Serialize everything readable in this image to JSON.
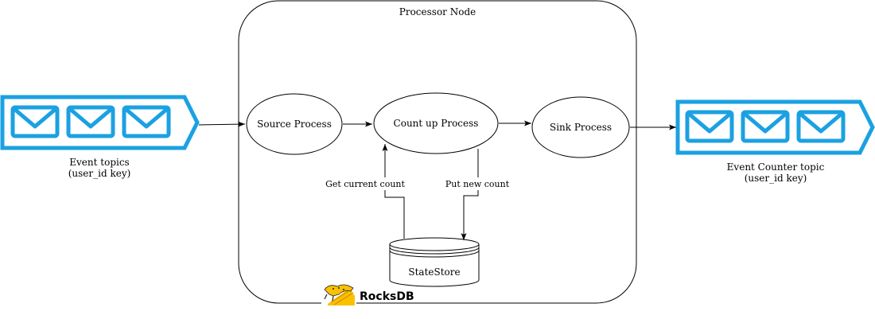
{
  "node": {
    "title": "Processor Node"
  },
  "processes": {
    "source": "Source Process",
    "count_up": "Count up Process",
    "sink": "Sink Process"
  },
  "store": {
    "label": "StateStore"
  },
  "edges": {
    "get": "Get current count",
    "put": "Put new count"
  },
  "input_topic": {
    "line1": "Event topics",
    "line2": "(user_id key)"
  },
  "output_topic": {
    "line1": "Event Counter topic",
    "line2": "(user_id key)"
  },
  "logo": {
    "text": "RocksDB"
  },
  "colors": {
    "topic_blue": "#1ba1e2",
    "rocks_yellow": "#f9c100",
    "line": "#000000"
  }
}
